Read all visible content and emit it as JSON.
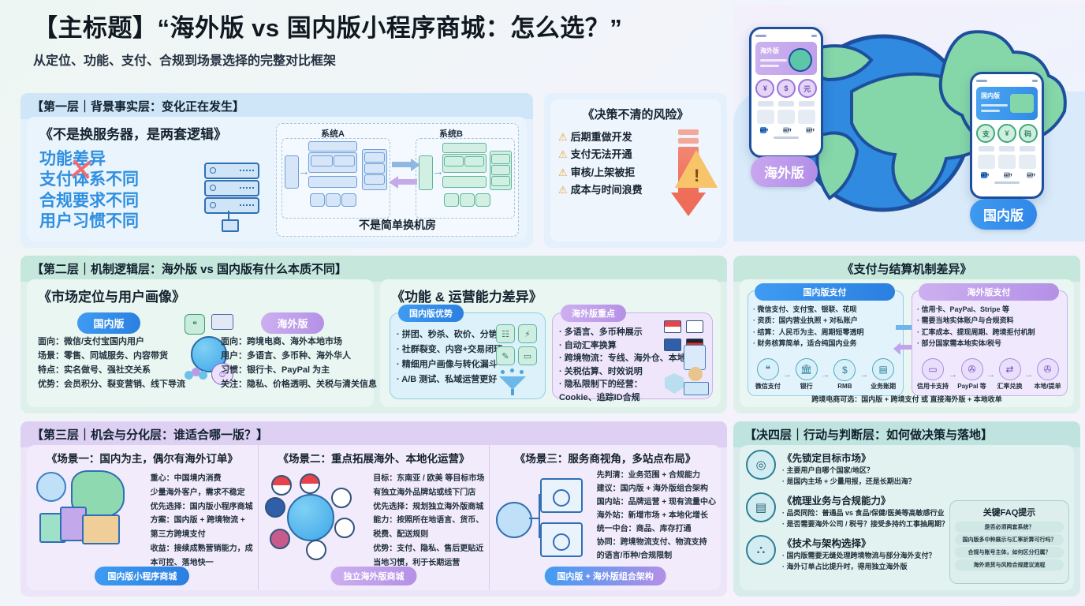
{
  "header": {
    "title": "【主标题】“海外版 vs 国内版小程序商城：怎么选？”",
    "subtitle": "从定位、功能、支付、合规到场景选择的完整对比框架"
  },
  "hero": {
    "overseas_chip": "海外版",
    "domestic_chip": "国内版",
    "overseas_phone_card": "海外版",
    "domestic_phone_card": "国内版",
    "overseas_icons": [
      "¥",
      "$",
      "元"
    ],
    "domestic_icons": [
      "支",
      "¥",
      "码"
    ]
  },
  "layer1": {
    "band_title": "【第一层｜背景事实层：变化正在发生】",
    "panel_title": "《不是换服务器，是两套逻辑》",
    "big_items": [
      "功能差异",
      "支付体系不同",
      "合规要求不同",
      "用户习惯不同"
    ],
    "diagram": {
      "system_a": "系统A",
      "system_b": "系统B",
      "caption": "不是简单换机房"
    }
  },
  "risk": {
    "panel_title": "《决策不清的风险》",
    "items": [
      "后期重做开发",
      "支付无法开通",
      "审核/上架被拒",
      "成本与时间浪费"
    ],
    "warn_icon": "!"
  },
  "layer2": {
    "band_title": "【第二层｜机制逻辑层：海外版 vs 国内版有什么本质不同】",
    "market": {
      "title": "《市场定位与用户画像》",
      "domestic_tag": "国内版",
      "overseas_tag": "海外版",
      "domestic_lines": [
        "面向：微信/支付宝国内用户",
        "场景：零售、同城服务、内容带货",
        "特点：实名做号、强社交关系",
        "优势：会员积分、裂变营销、线下导流"
      ],
      "overseas_lines": [
        "面向：跨境电商、海外本地市场",
        "用户：多语言、多币种、海外华人",
        "习惯：银行卡、PayPal 为主",
        "关注：隐私、价格透明、关税与清关信息"
      ]
    },
    "features": {
      "title": "《功能 & 运营能力差异》",
      "domestic_tag": "国内版优势",
      "overseas_tag": "海外版重点",
      "domestic_lines": [
        "· 拼团、秒杀、砍价、分销",
        "· 社群裂变、内容+交易闭环",
        "· 精细用户画像与转化漏斗",
        "· A/B 测试、私域运营更好"
      ],
      "overseas_lines": [
        "· 多语言、多币种展示",
        "· 自动汇率换算",
        "· 跨境物流：专线、海外仓、本地快递",
        "· 关税估算、时效说明",
        "· 隐私限制下的经营：",
        "  Cookie、追踪ID合规"
      ]
    }
  },
  "payment": {
    "band_title": "《支付与结算机制差异》",
    "domestic_head": "国内版支付",
    "overseas_head": "海外版支付",
    "domestic_lines": [
      "· 微信支付、支付宝、银联、花呗",
      "· 资质：国内营业执照 + 对私账户",
      "· 结算：人民币为主、周期短零透明",
      "· 财务核算简单，适合纯国内业务"
    ],
    "overseas_lines": [
      "· 信用卡、PayPal、Stripe 等",
      "· 需要当地实体账户与合规资料",
      "· 汇率成本、提现周期、跨境拒付机制",
      "· 部分国家需本地实体/税号"
    ],
    "domestic_flow": [
      "微信支付",
      "银行",
      "RMB",
      "业务账期"
    ],
    "overseas_flow": [
      "信用卡支持",
      "PayPal 等",
      "汇率兑换",
      "本地/提单"
    ],
    "footnote": "跨境电商可选：国内版 + 跨境支付 或 直接海外版 + 本地收单"
  },
  "layer3": {
    "band_title": "【第三层｜机会与分化层：谁适合哪一版？】",
    "scenes": [
      {
        "title": "《场景一：国内为主，偶尔有海外订单》",
        "lines": [
          "重心：中国境内消费",
          "少量海外客户，需求不稳定",
          "优先选择：国内版小程序商城",
          "方案：国内版 + 跨境物流 +",
          "       第三方跨境支付",
          "收益：接续成熟营销能力，成",
          "       本可控、落地快一"
        ],
        "button": "国内版小程序商城",
        "button_color": "blue"
      },
      {
        "title": "《场景二：重点拓展海外、本地化运营》",
        "lines": [
          "目标：东南亚 / 欧美 等目标市场",
          "有独立海外品牌站或线下门店",
          "优先选择：规划独立海外版商城",
          "能力：按照所在地语言、货币、",
          "       税费、配送规则",
          "优势：支付、隐私、售后更贴近",
          "       当地习惯，利于长期运营"
        ],
        "button": "独立海外版商城",
        "button_color": "purple"
      },
      {
        "title": "《场景三：服务商视角，多站点布局》",
        "lines": [
          "先判清：业务范围 + 合规能力",
          "建议：国内版 + 海外版组合架构",
          "国内站：品牌运营 + 现有流量中心",
          "海外站：新增市场 + 本地化增长",
          "统一中台：商品、库存打通",
          "协同：跨境物流支付、物流支持",
          "       的语言/币种/合规限制"
        ],
        "button": "国内版 + 海外版组合架构",
        "button_color": "gradient"
      }
    ]
  },
  "layer4": {
    "band_title": "【决四层｜行动与判断层：如何做决策与落地】",
    "steps": [
      {
        "icon": "target-icon",
        "title": "《先锁定目标市场》",
        "lines": [
          "· 主要用户自哪个国家/地区？",
          "· 是国内主场 + 少量用报，还是长期出海？"
        ]
      },
      {
        "icon": "clipboard-icon",
        "title": "《梳理业务与合规能力》",
        "lines": [
          "· 品类同险：普通品 vs 食品/保健/医美等高敏感行业",
          "· 是否需要海外公司 / 税号？接受多持约工事抽周期？"
        ]
      },
      {
        "icon": "sitemap-icon",
        "title": "《技术与架构选择》",
        "lines": [
          "· 国内版需要无缝处理跨境物流与部分海外支付？",
          "· 海外订单占比提升时，得用独立海外版"
        ]
      }
    ],
    "faq": {
      "title": "关键FAQ提示",
      "lines": [
        "是否必须两套系统？",
        "国内版多中种展示与汇率折算可行吗？",
        "合规与账号主体，如何区分归属？",
        "海外退货与风险合规建议流程"
      ]
    }
  }
}
